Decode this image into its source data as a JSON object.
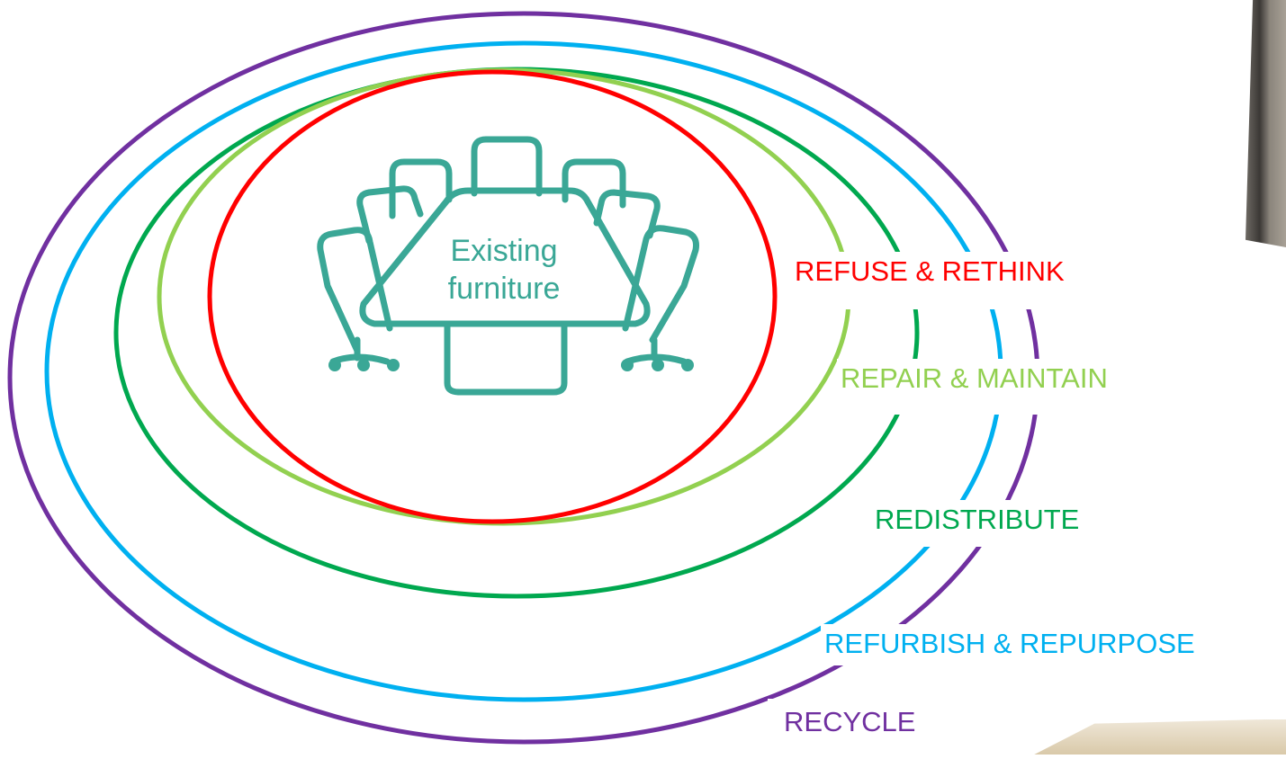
{
  "center": {
    "label_line1": "Existing",
    "label_line2": "furniture",
    "icon": "conference-table-icon",
    "color": "#3aa796"
  },
  "rings": [
    {
      "label": "REFUSE & RETHINK",
      "color": "#ff0000"
    },
    {
      "label": "REPAIR & MAINTAIN",
      "color": "#92d050"
    },
    {
      "label": "REDISTRIBUTE",
      "color": "#00a84f"
    },
    {
      "label": "REFURBISH & REPURPOSE",
      "color": "#00b0f0"
    },
    {
      "label": "RECYCLE",
      "color": "#7030a0"
    }
  ]
}
